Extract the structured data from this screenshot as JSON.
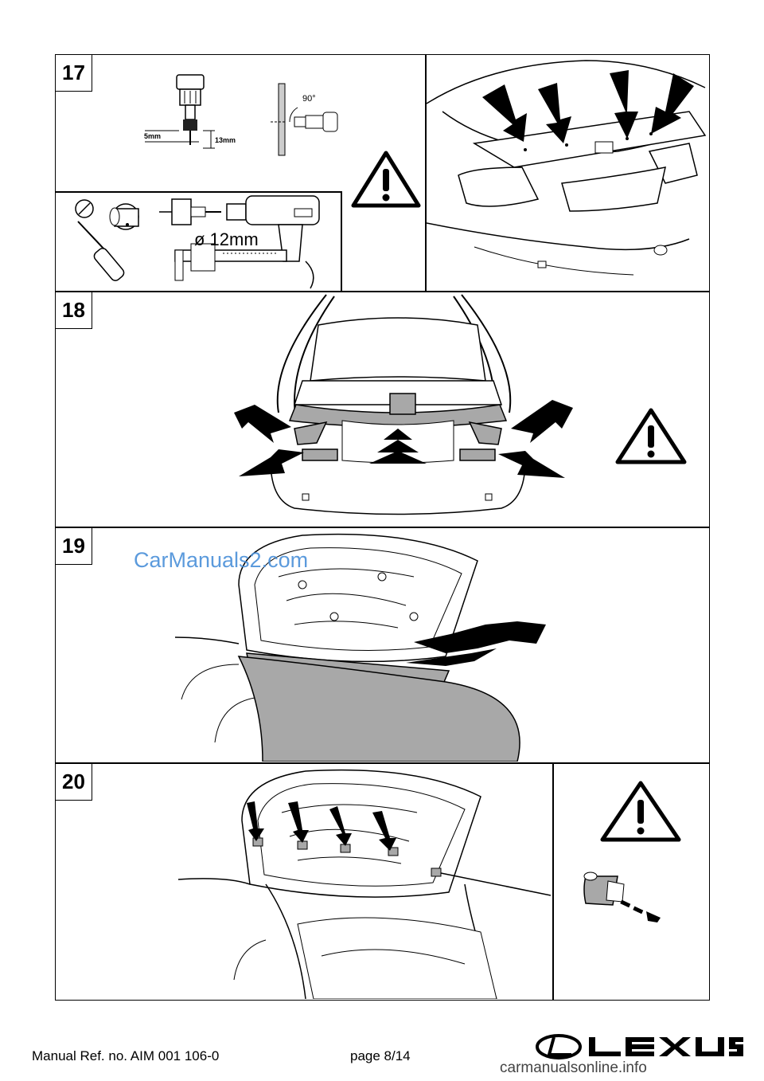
{
  "steps": [
    {
      "number": "17"
    },
    {
      "number": "18"
    },
    {
      "number": "19"
    },
    {
      "number": "20"
    }
  ],
  "step17": {
    "dim_5mm": "5mm",
    "dim_13mm": "13mm",
    "angle": "90°",
    "drill_size": "ø 12mm"
  },
  "watermark": "CarManuals2.com",
  "footer": {
    "manual_ref": "Manual Ref. no. AIM 001 106-0",
    "page": "page 8/14",
    "site": "carmanualsonline.info",
    "brand": "LEXUS"
  },
  "colors": {
    "panel_gray": "#a8a8a8",
    "watermark_blue": "#4a90d9"
  }
}
